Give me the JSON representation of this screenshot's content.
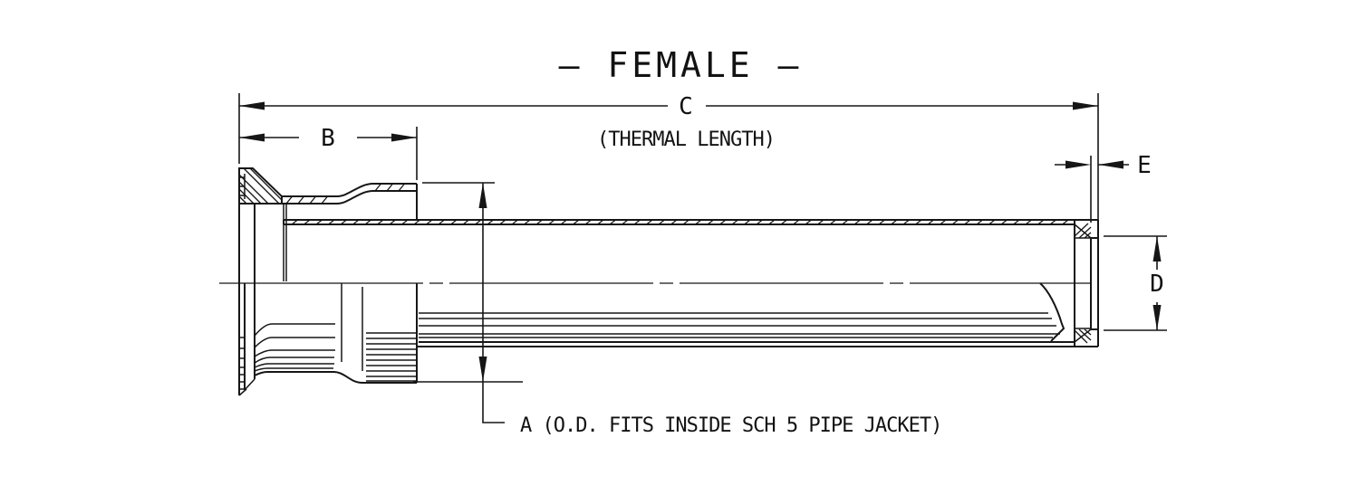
{
  "title": "— FEMALE —",
  "drawing": {
    "type": "technical-dimension-drawing",
    "view": "side section / exterior half view of sanitary ferrule fitting with jacket tube and female end cap"
  },
  "dimensions": {
    "c": {
      "label": "C",
      "note": "(THERMAL LENGTH)"
    },
    "b": {
      "label": "B"
    },
    "e": {
      "label": "E"
    },
    "d": {
      "label": "D"
    },
    "a": {
      "label": "A (O.D. FITS INSIDE SCH 5 PIPE JACKET)"
    }
  },
  "colors": {
    "line": "#161616",
    "text": "#121212",
    "background": "#ffffff"
  }
}
